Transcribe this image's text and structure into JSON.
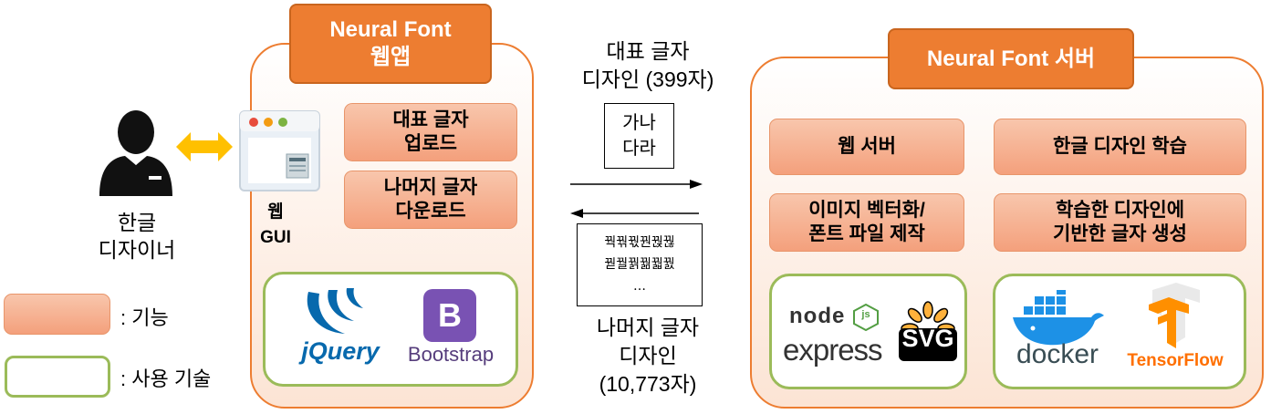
{
  "designer": {
    "label_line1": "한글",
    "label_line2": "디자이너"
  },
  "webapp": {
    "title_line1": "Neural Font",
    "title_line2": "웹앱",
    "gui_label_line1": "웹",
    "gui_label_line2": "GUI",
    "functions": [
      {
        "line1": "대표 글자",
        "line2": "업로드"
      },
      {
        "line1": "나머지 글자",
        "line2": "다운로드"
      }
    ],
    "tech": [
      "jQuery",
      "Bootstrap"
    ],
    "bootstrap_letter": "B"
  },
  "middle": {
    "top_label_line1": "대표 글자",
    "top_label_line2": "디자인 (399자)",
    "top_chars_line1": "가나",
    "top_chars_line2": "다라",
    "bottom_chars_line1": "꿕꿖꿗꿘꿙꿚",
    "bottom_chars_line2": "꿛꿜꿝꿞꿟꿠",
    "bottom_chars_line3": "…",
    "bottom_label_line1": "나머지 글자",
    "bottom_label_line2": "디자인",
    "bottom_label_line3": "(10,773자)"
  },
  "server": {
    "title": "Neural Font 서버",
    "functions": [
      {
        "line1": "웹 서버",
        "line2": ""
      },
      {
        "line1": "한글 디자인 학습",
        "line2": ""
      },
      {
        "line1": "이미지 벡터화/",
        "line2": "폰트 파일 제작"
      },
      {
        "line1": "학습한 디자인에",
        "line2": "기반한 글자 생성"
      }
    ],
    "tech": [
      "node",
      "js",
      "express",
      "SVG",
      "docker",
      "TensorFlow"
    ]
  },
  "legend": [
    {
      "text": ": 기능"
    },
    {
      "text": ": 사용 기술"
    }
  ],
  "colors": {
    "accent_orange": "#ED7D31",
    "function_fill": "#F4B183",
    "tech_border": "#9BBB59",
    "arrow_yellow": "#FFC000",
    "jquery_blue": "#0769AD",
    "bootstrap_purple": "#7952B3",
    "node_green": "#539E43",
    "docker_blue": "#1D91E6",
    "tensorflow_orange": "#FF8F00"
  }
}
